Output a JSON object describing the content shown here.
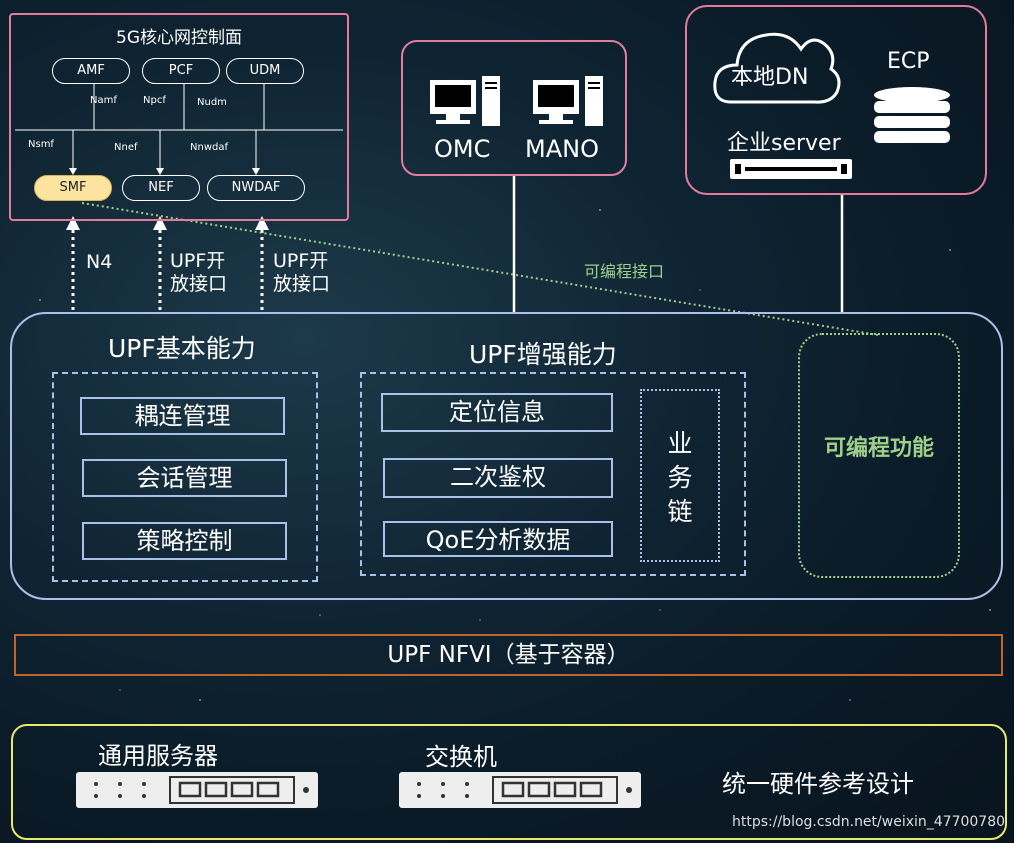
{
  "core": {
    "title": "5G核心网控制面",
    "nfs_top": [
      "AMF",
      "PCF",
      "UDM"
    ],
    "nfs_bottom": [
      "SMF",
      "NEF",
      "NWDAF"
    ],
    "if_labels": [
      "Namf",
      "Npcf",
      "Nudm",
      "Nsmf",
      "Nnef",
      "Nnwdaf"
    ]
  },
  "links": {
    "n4": "N4",
    "upf_open_1": "UPF开\n放接口",
    "upf_open_2": "UPF开\n放接口",
    "programmable_if": "可编程接口"
  },
  "mgmt": {
    "omc": "OMC",
    "mano": "MANO"
  },
  "edge": {
    "local_dn": "本地DN",
    "ecp": "ECP",
    "enterprise_server": "企业server"
  },
  "upf": {
    "basic_title": "UPF基本能力",
    "basic_items": [
      "耦连管理",
      "会话管理",
      "策略控制"
    ],
    "enhanced_title": "UPF增强能力",
    "enhanced_items": [
      "定位信息",
      "二次鉴权",
      "QoE分析数据"
    ],
    "service_chain": "业\n务\n链",
    "programmable": "可编程功能"
  },
  "nfvi": "UPF NFVI（基于容器）",
  "hardware": {
    "server": "通用服务器",
    "switch": "交换机",
    "unified": "统一硬件参考设计"
  },
  "watermark": "https://blog.csdn.net/weixin_47700780",
  "colors": {
    "pink": "#e37c9c",
    "blue": "#aac0e8",
    "green": "#9ed08a",
    "orange": "#c0642a",
    "yellow": "#e8e86a",
    "smf_fill": "#fbe3a0"
  }
}
